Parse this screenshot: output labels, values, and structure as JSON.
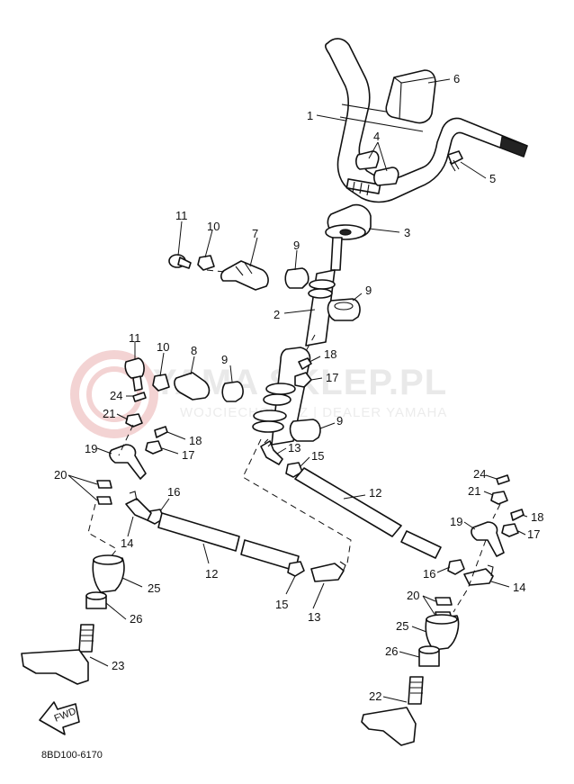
{
  "watermark": {
    "main": "YAMA SKLEP.PL",
    "sub": "WOJCIECHOWICZ | DEALER YAMAHA",
    "logo_color": "#f3d3d3"
  },
  "drawing_code": "8BD100-6170",
  "fwd_label": "FWD",
  "callouts": [
    {
      "id": "c1",
      "text": "1"
    },
    {
      "id": "c6",
      "text": "6"
    },
    {
      "id": "c4",
      "text": "4"
    },
    {
      "id": "c5",
      "text": "5"
    },
    {
      "id": "c3",
      "text": "3"
    },
    {
      "id": "c11a",
      "text": "11"
    },
    {
      "id": "c10a",
      "text": "10"
    },
    {
      "id": "c7",
      "text": "7"
    },
    {
      "id": "c9a",
      "text": "9"
    },
    {
      "id": "c9b",
      "text": "9"
    },
    {
      "id": "c2",
      "text": "2"
    },
    {
      "id": "c11b",
      "text": "11"
    },
    {
      "id": "c10b",
      "text": "10"
    },
    {
      "id": "c8",
      "text": "8"
    },
    {
      "id": "c9c",
      "text": "9"
    },
    {
      "id": "c18a",
      "text": "18"
    },
    {
      "id": "c17a",
      "text": "17"
    },
    {
      "id": "c24a",
      "text": "24"
    },
    {
      "id": "c21a",
      "text": "21"
    },
    {
      "id": "c9d",
      "text": "9"
    },
    {
      "id": "c18b",
      "text": "18"
    },
    {
      "id": "c19a",
      "text": "19"
    },
    {
      "id": "c17b",
      "text": "17"
    },
    {
      "id": "c13a",
      "text": "13"
    },
    {
      "id": "c15a",
      "text": "15"
    },
    {
      "id": "c20a",
      "text": "20"
    },
    {
      "id": "c16a",
      "text": "16"
    },
    {
      "id": "c14a",
      "text": "14"
    },
    {
      "id": "c12a",
      "text": "12"
    },
    {
      "id": "c12b",
      "text": "12"
    },
    {
      "id": "c24b",
      "text": "24"
    },
    {
      "id": "c21b",
      "text": "21"
    },
    {
      "id": "c18c",
      "text": "18"
    },
    {
      "id": "c19b",
      "text": "19"
    },
    {
      "id": "c17c",
      "text": "17"
    },
    {
      "id": "c25a",
      "text": "25"
    },
    {
      "id": "c15b",
      "text": "15"
    },
    {
      "id": "c13b",
      "text": "13"
    },
    {
      "id": "c16b",
      "text": "16"
    },
    {
      "id": "c14b",
      "text": "14"
    },
    {
      "id": "c20b",
      "text": "20"
    },
    {
      "id": "c26a",
      "text": "26"
    },
    {
      "id": "c25b",
      "text": "25"
    },
    {
      "id": "c23",
      "text": "23"
    },
    {
      "id": "c26b",
      "text": "26"
    },
    {
      "id": "c22",
      "text": "22"
    }
  ]
}
